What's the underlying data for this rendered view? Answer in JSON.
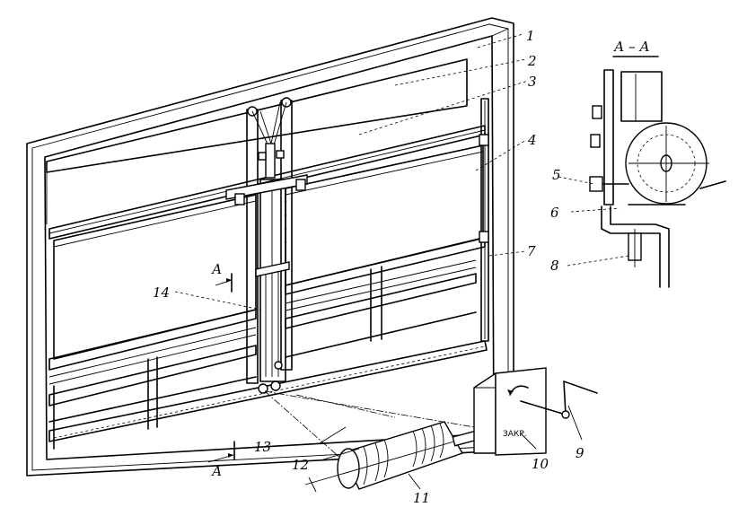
{
  "diagram": {
    "type": "technical-drawing",
    "subject": "window frame with gear lifting mechanism and manual crank drive",
    "section_title": "А – А",
    "section_marker_label": "А",
    "plate_text": "ЗАКР.",
    "callouts": [
      {
        "id": "1",
        "label": "1"
      },
      {
        "id": "2",
        "label": "2"
      },
      {
        "id": "3",
        "label": "3"
      },
      {
        "id": "4",
        "label": "4"
      },
      {
        "id": "5",
        "label": "5"
      },
      {
        "id": "6",
        "label": "6"
      },
      {
        "id": "7",
        "label": "7"
      },
      {
        "id": "8",
        "label": "8"
      },
      {
        "id": "9",
        "label": "9"
      },
      {
        "id": "10",
        "label": "10"
      },
      {
        "id": "11",
        "label": "11"
      },
      {
        "id": "12",
        "label": "12"
      },
      {
        "id": "13",
        "label": "13"
      },
      {
        "id": "14",
        "label": "14"
      }
    ]
  }
}
